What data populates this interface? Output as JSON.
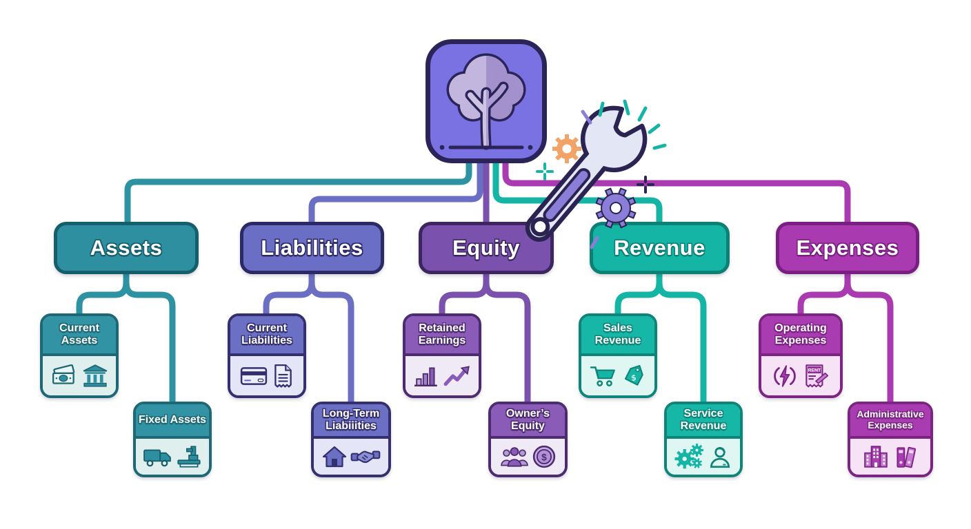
{
  "page": {
    "background": "#FFFFFF",
    "description": "Chart of accounts hierarchy tree with tree icon root and wrench illustration"
  },
  "root_node": {
    "icon": "tree-icon",
    "fill": "#7A71E3",
    "border": "#2A2458"
  },
  "decorations": {
    "wrench_icon": "wrench-icon",
    "wrench_fill": "#E3E6F4",
    "wrench_slot": "#8B7ED8",
    "gear_icon_colors": [
      "#F2A368",
      "#8B7ED8"
    ],
    "sparkle_color": "#14B5A5"
  },
  "categories": [
    {
      "label": "Assets",
      "color": "#2E8FA0",
      "border_color": "#155E6B",
      "line_color": "#2D93A2",
      "children": [
        {
          "label": "Current Assets",
          "icons": [
            "cash-icon",
            "bank-icon"
          ]
        },
        {
          "label": "Fixed Assets",
          "icons": [
            "truck-icon",
            "machine-icon"
          ]
        }
      ]
    },
    {
      "label": "Liabilities",
      "color": "#6A6FC5",
      "border_color": "#2C2A66",
      "line_color": "#6A6FC4",
      "children": [
        {
          "label": "Current Liabilities",
          "icons": [
            "credit-card-icon",
            "invoice-icon"
          ]
        },
        {
          "label": "Long-Term Liabiiities",
          "icons": [
            "house-icon",
            "handshake-icon"
          ]
        }
      ]
    },
    {
      "label": "Equity",
      "color": "#7B51AE",
      "border_color": "#3D2560",
      "line_color": "#7B51AE",
      "children": [
        {
          "label": "Retained Earnings",
          "icons": [
            "bar-chart-icon",
            "trend-arrow-icon"
          ]
        },
        {
          "label": "Owner’s Equity",
          "icons": [
            "people-icon",
            "dollar-coin-icon"
          ],
          "coin_text": "$"
        }
      ]
    },
    {
      "label": "Revenue",
      "color": "#14B5A5",
      "border_color": "#0D8075",
      "line_color": "#14B5A5",
      "children": [
        {
          "label": "Sales Revenue",
          "icons": [
            "cart-icon",
            "price-tag-icon"
          ],
          "tag_text": "$"
        },
        {
          "label": "Service Revenue",
          "icons": [
            "gears-icon",
            "person-icon"
          ]
        }
      ]
    },
    {
      "label": "Expenses",
      "color": "#A93AB0",
      "border_color": "#7A1F82",
      "line_color": "#A93AB0",
      "children": [
        {
          "label": "Operating Expenses",
          "icons": [
            "bolt-icon",
            "rent-receipt-icon"
          ],
          "receipt_text": "RENT"
        },
        {
          "label": "Administrative Expenses",
          "icons": [
            "building-icon",
            "binders-icon"
          ]
        }
      ]
    }
  ]
}
